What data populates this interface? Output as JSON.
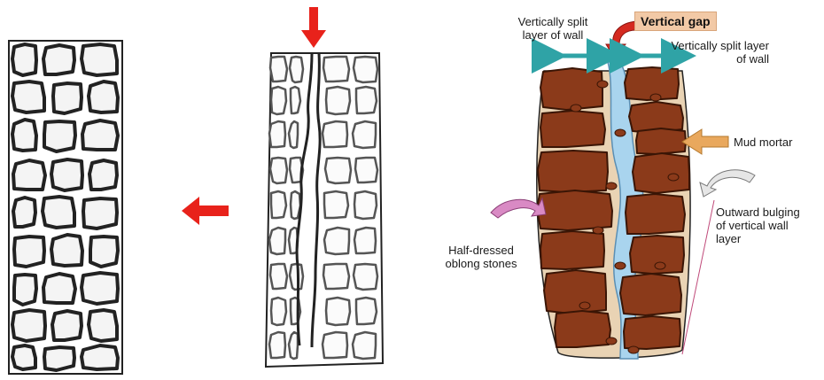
{
  "labels": {
    "vertical_gap": "Vertical gap",
    "split_left": "Vertically split\nlayer of wall",
    "split_right": "Vertically split layer\nof wall",
    "mud_mortar": "Mud mortar",
    "outward_bulging": "Outward bulging\nof vertical wall\nlayer",
    "half_dressed": "Half-dressed\noblong stones"
  },
  "colors": {
    "stone_fill": "#8b3a1a",
    "stone_stroke": "#3a1505",
    "gap_water": "#a9d4ee",
    "mortar": "#e9d3b4",
    "red_arrow": "#e8221b",
    "teal_arrow": "#2fa3a6",
    "orange_arrow": "#e9a85d",
    "pink_arrow": "#d98ac4",
    "grey_arrow": "#e6e6e6",
    "sketch_ink": "#222222"
  },
  "icons": [
    "down-arrow-icon",
    "left-arrow-icon",
    "double-arrow-icon",
    "curved-arrow-icon"
  ]
}
